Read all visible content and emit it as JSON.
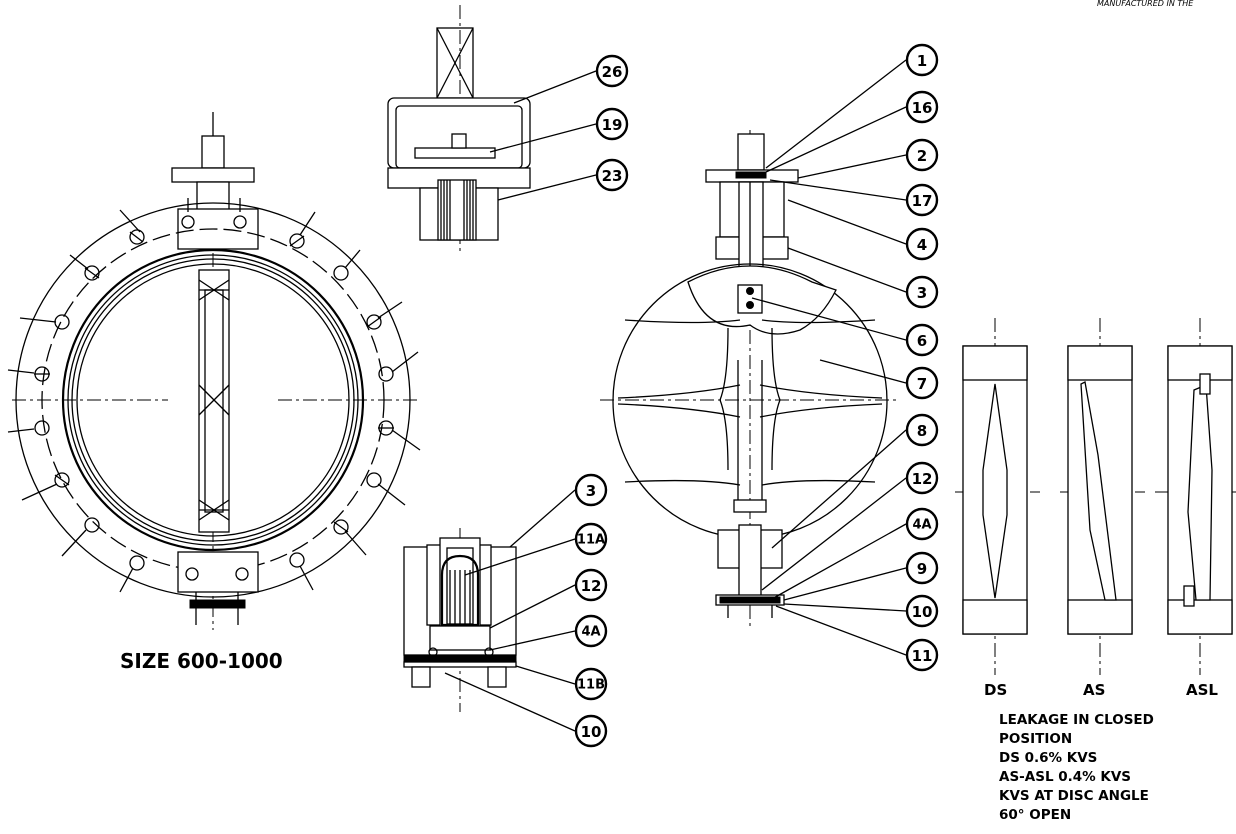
{
  "header": {
    "manufacturer_note": "MANUFACTURED IN THE"
  },
  "captions": {
    "size_range": "SIZE 600-1000",
    "disc_types": [
      "DS",
      "AS",
      "ASL"
    ]
  },
  "leakage_note": {
    "lines": [
      "LEAKAGE IN CLOSED",
      "POSITION",
      "DS 0.6% KVS",
      "AS-ASL 0.4% KVS",
      "KVS AT DISC ANGLE",
      "60° OPEN"
    ]
  },
  "part_callouts": {
    "top_detail": [
      "26",
      "19",
      "23"
    ],
    "bottom_detail": [
      "3",
      "11A",
      "12",
      "4A",
      "11B",
      "10"
    ],
    "side_view": [
      "1",
      "16",
      "2",
      "17",
      "4",
      "3",
      "6",
      "7",
      "8",
      "12",
      "4A",
      "9",
      "10",
      "11"
    ]
  },
  "colors": {
    "ink": "#000000",
    "paper": "#ffffff"
  }
}
